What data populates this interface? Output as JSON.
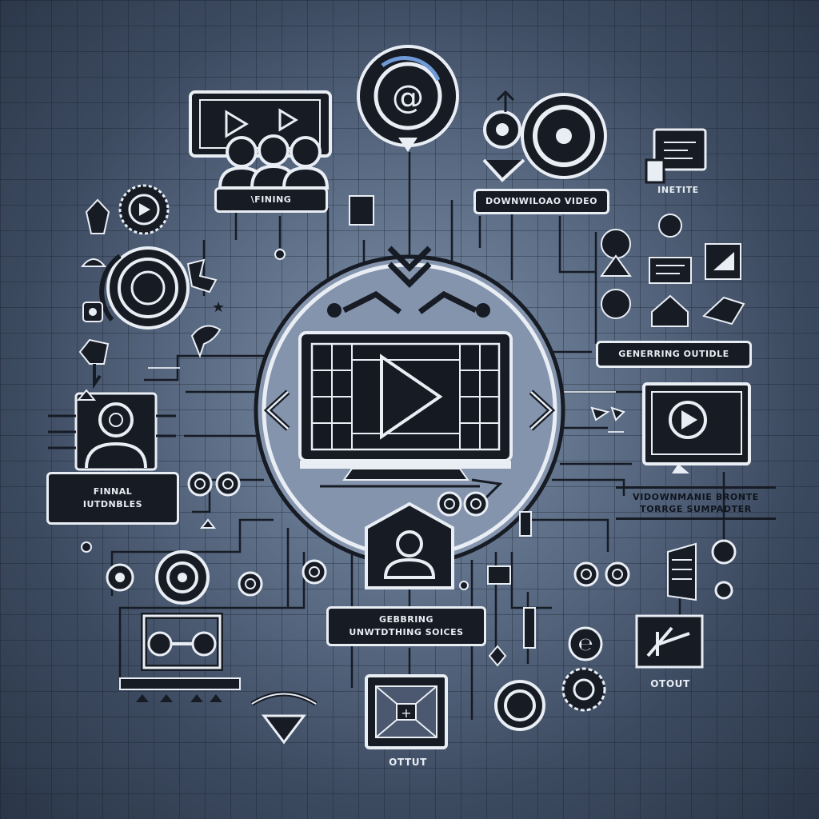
{
  "labels": {
    "finding": "\\FINING",
    "download_video": "DOWNWILOAO VIDEO",
    "inetite": "INETITE",
    "generating_outline": "GENERRING OUTIDLE",
    "final_lines": [
      "FINNAL",
      "IUTDNBLES"
    ],
    "video_lines": [
      "VIDOWNMANIE BRONTE",
      "TORRGE SUMPADTER"
    ],
    "generating_lines": [
      "GEBBRING",
      "UNWTDTHING SOICES"
    ],
    "output_bottom": "OTTUT",
    "output_right": "OTOUT"
  },
  "colors": {
    "background": "#4a5a72",
    "node_fill": "#161b24",
    "stroke": "#e9eef5"
  }
}
